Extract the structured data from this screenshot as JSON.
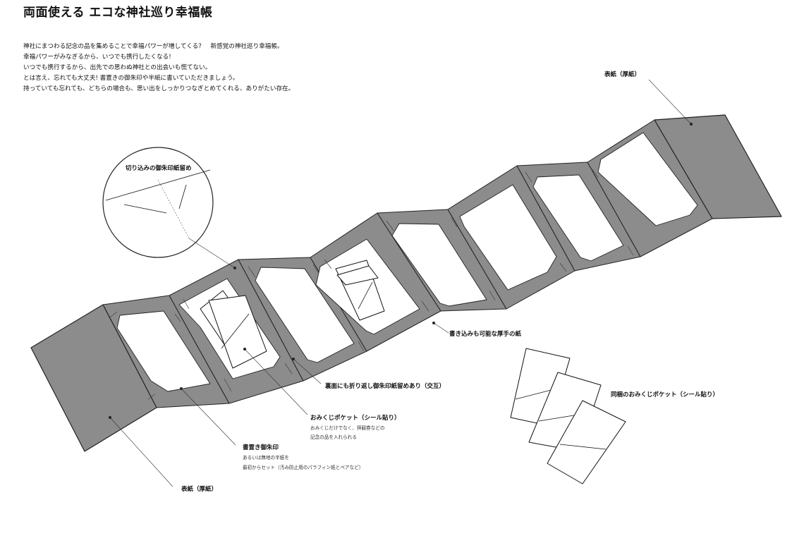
{
  "title": "両面使える エコな神社巡り幸福帳",
  "description": [
    "神社にまつわる記念の品を集めることで幸福パワーが増してくる？　新感覚の神社巡り幸福帳。",
    "幸福パワーがみなぎるから、いつでも携行したくなる!",
    "いつでも携行するから、出先での思わぬ神社との出会いも慌てない。",
    "とは言え、忘れても大丈夫! 書置きの御朱印や半紙に書いていただきましょう。",
    "持っていても忘れても、どちらの場合も、思い出をしっかりつなぎとめてくれる、ありがたい存在。"
  ],
  "labels": {
    "cover_right": "表紙（厚紙）",
    "cover_left": "表紙（厚紙）",
    "notch_detail": "切り込みの御朱印紙留め",
    "thick_paper": "書き込みも可能な厚手の紙",
    "back_side": "裏面にも折り返し御朱印紙留めあり（交互）",
    "omikuji_pocket": "おみくじポケット（シール貼り）",
    "omikuji_pocket_sub": [
      "おみくじだけでなく、拝観券などの",
      "記念の品を入れられる"
    ],
    "goshuin": "書置き御朱印",
    "goshuin_sub": [
      "あるいは無地の半紙を",
      "最初からセット（汚み防止用のパラフィン紙とペアなど）"
    ],
    "bundled_pockets": "同梱のおみくじポケット（シール貼り）"
  },
  "colors": {
    "panel": "#8c8c8c",
    "outline": "#222222",
    "background": "#ffffff"
  }
}
